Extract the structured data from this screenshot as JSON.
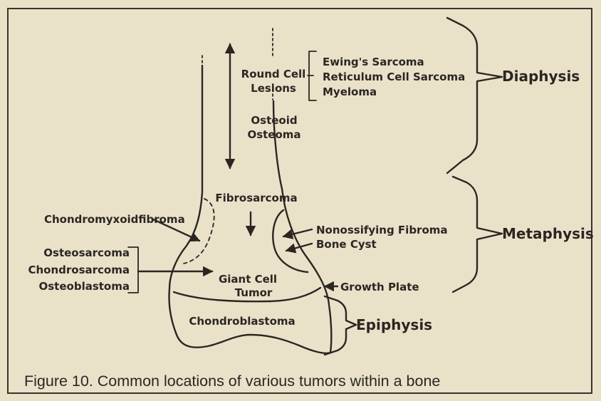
{
  "regions": {
    "diaphysis": "Diaphysis",
    "metaphysis": "Metaphysis",
    "epiphysis": "Epiphysis"
  },
  "labels": {
    "round_cell_1": "Round Cell",
    "round_cell_2": "Lesions",
    "ewing": "Ewing's Sarcoma",
    "reticulum": "Reticulum Cell Sarcoma",
    "myeloma": "Myeloma",
    "osteoid_1": "Osteoid",
    "osteoid_2": "Osteoma",
    "fibrosarcoma": "Fibrosarcoma",
    "chondromyxoid": "Chondromyxoidfibroma",
    "nonossifying": "Nonossifying Fibroma",
    "bone_cyst": "Bone Cyst",
    "osteosarcoma": "Osteosarcoma",
    "chondrosarcoma": "Chondrosarcoma",
    "osteoblastoma": "Osteoblastoma",
    "giant_cell_1": "Giant Cell",
    "giant_cell_2": "Tumor",
    "growth_plate": "Growth Plate",
    "chondroblastoma": "Chondroblastoma"
  },
  "caption": "Figure 10. Common locations of various tumors within a bone"
}
